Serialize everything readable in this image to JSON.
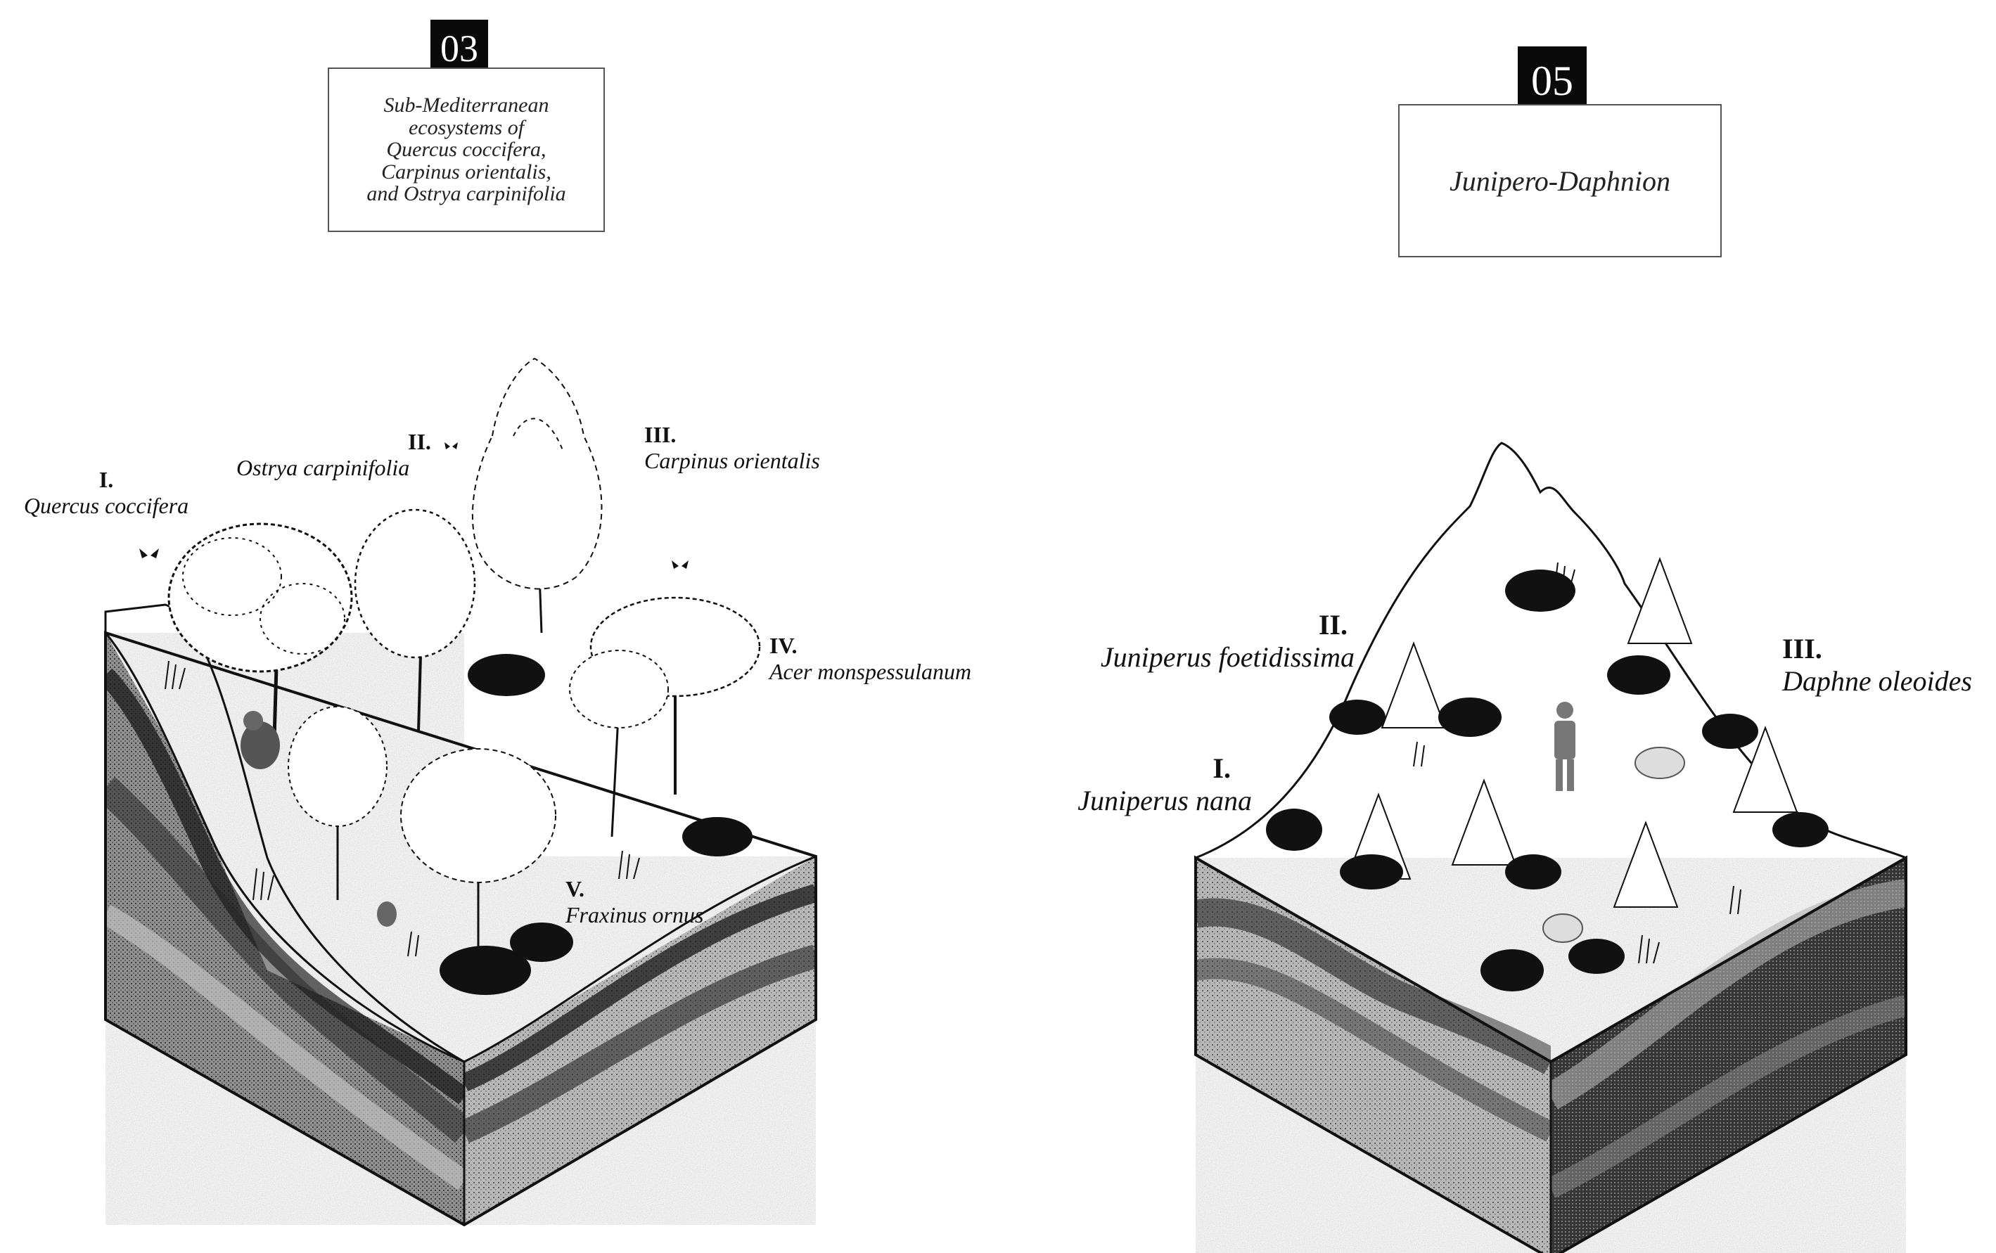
{
  "panels": [
    {
      "number": "03",
      "title": "Sub-Mediterranean ecosystems of Quercus coccifera, Carpinus orientalis, and Ostrya carpinifolia",
      "title_lines": [
        "Sub-Mediterranean",
        "ecosystems of",
        "Quercus coccifera,",
        "Carpinus orientalis,",
        "and Ostrya carpinifolia"
      ],
      "species": [
        {
          "numeral": "I.",
          "name": "Quercus coccifera"
        },
        {
          "numeral": "II.",
          "name": "Ostrya carpinifolia"
        },
        {
          "numeral": "III.",
          "name": "Carpinus orientalis"
        },
        {
          "numeral": "IV.",
          "name": "Acer monspessulanum"
        },
        {
          "numeral": "V.",
          "name": "Fraxinus ornus"
        }
      ]
    },
    {
      "number": "05",
      "title": "Junipero-Daphnion",
      "species": [
        {
          "numeral": "I.",
          "name": "Juniperus nana"
        },
        {
          "numeral": "II.",
          "name": "Juniperus foetidissima"
        },
        {
          "numeral": "III.",
          "name": "Daphne oleoides"
        }
      ]
    }
  ],
  "colors": {
    "ink": "#111111",
    "background": "#ffffff",
    "rock_dark": "#2a2a2a",
    "rock_mid": "#6a6a6a",
    "rock_light": "#a9a9a9"
  }
}
